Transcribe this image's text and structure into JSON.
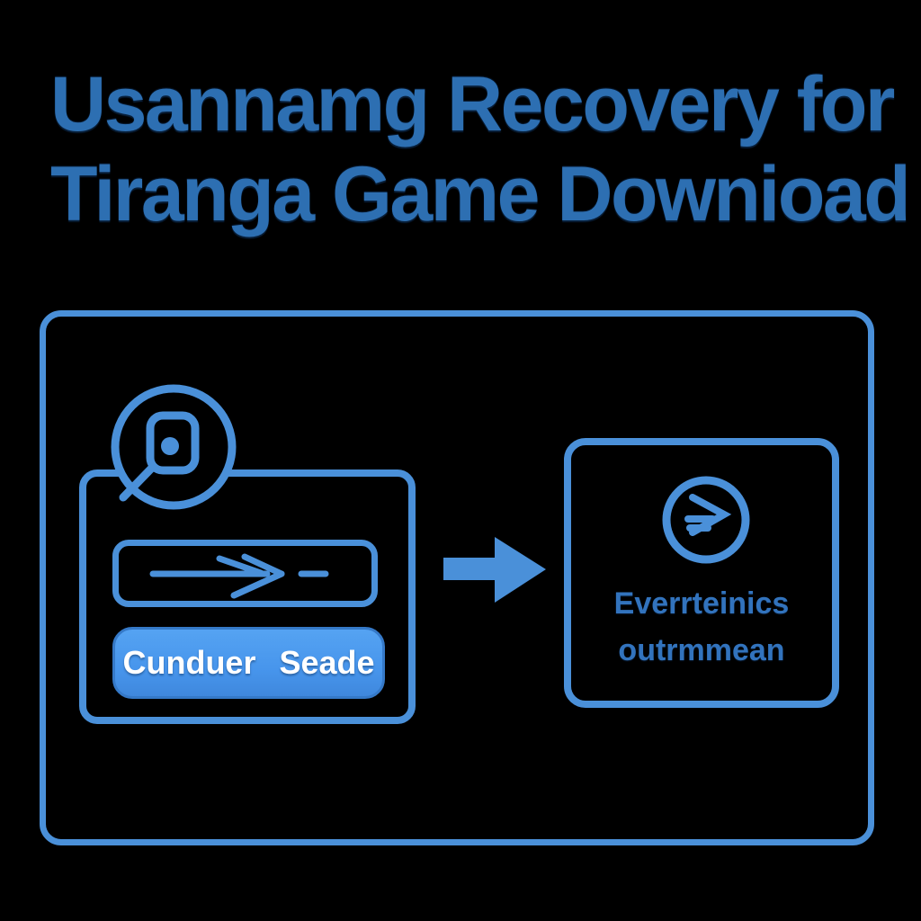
{
  "background_color": "#000000",
  "colors": {
    "title_blue": "#2d6fb2",
    "outline_blue": "#4a90d9",
    "button_fill": "#4795ec",
    "button_border": "#3579c8",
    "button_text": "#ffffff",
    "panel_label_blue": "#3273bd"
  },
  "title": {
    "line1": "Usannamg Recovery for",
    "line2": "Tiranga Game Downioad"
  },
  "diagram": {
    "left_panel": {
      "avatar_icon": "device-profile-badge-icon",
      "input_icon": "long-arrow-dash-icon",
      "button_label": "Cunduer Seade"
    },
    "connector": {
      "icon": "arrow-right-icon"
    },
    "right_panel": {
      "icon": "send-forward-circle-icon",
      "label_line1": "Everrteinics",
      "label_line2": "outrmmean"
    }
  }
}
